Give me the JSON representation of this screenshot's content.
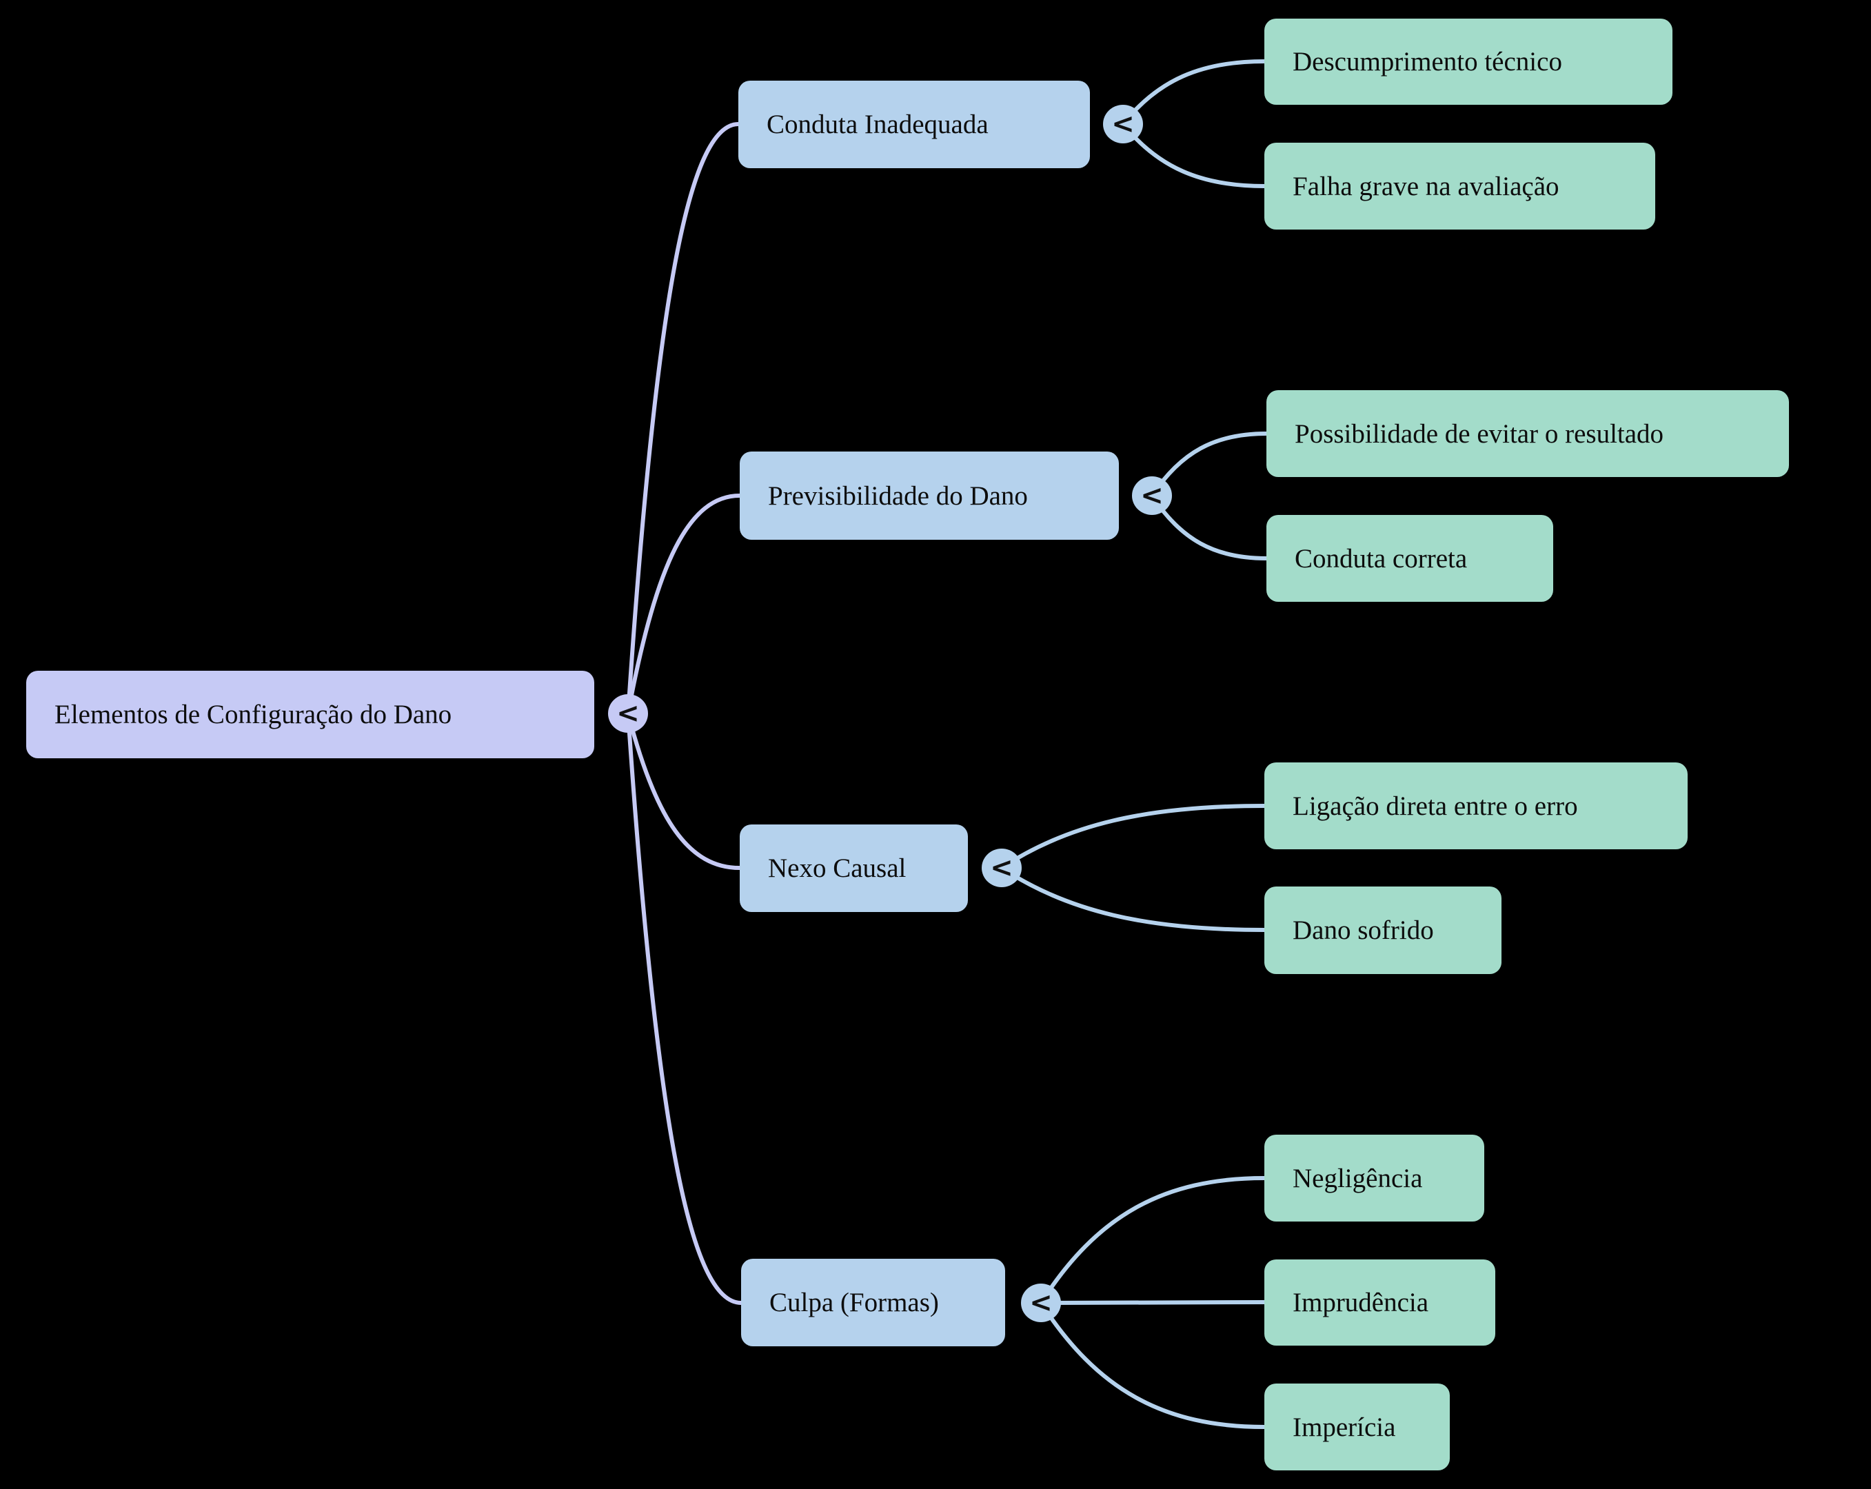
{
  "diagram": {
    "background": "#000000",
    "colors": {
      "root_fill": "#c6caf5",
      "branch_fill": "#b5d2ed",
      "leaf_fill": "#a3dcca",
      "root_edge": "#c6caf5",
      "branch_edge": "#b5d2ed",
      "text": "#0d0d0d"
    },
    "toggle_symbol": "<",
    "root": {
      "label": "Elementos de Configuração do Dano",
      "toggle": "<"
    },
    "branches": [
      {
        "label": "Conduta Inadequada",
        "toggle": "<",
        "children": [
          {
            "label": "Descumprimento técnico"
          },
          {
            "label": "Falha grave na avaliação"
          }
        ]
      },
      {
        "label": "Previsibilidade do Dano",
        "toggle": "<",
        "children": [
          {
            "label": "Possibilidade de evitar o resultado"
          },
          {
            "label": "Conduta correta"
          }
        ]
      },
      {
        "label": "Nexo Causal",
        "toggle": "<",
        "children": [
          {
            "label": "Ligação direta entre o erro"
          },
          {
            "label": "Dano sofrido"
          }
        ]
      },
      {
        "label": "Culpa (Formas)",
        "toggle": "<",
        "children": [
          {
            "label": "Negligência"
          },
          {
            "label": "Imprudência"
          },
          {
            "label": "Imperícia"
          }
        ]
      }
    ]
  }
}
